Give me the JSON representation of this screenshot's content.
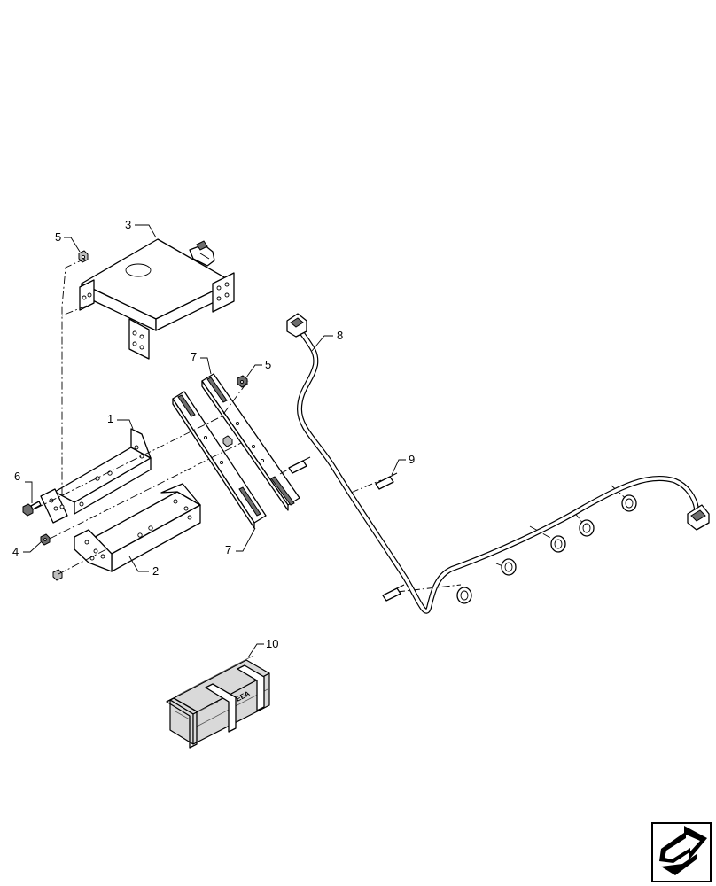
{
  "callouts": {
    "c1": "1",
    "c2": "2",
    "c3": "3",
    "c4": "4",
    "c5a": "5",
    "c5b": "5",
    "c6": "6",
    "c7a": "7",
    "c7b": "7",
    "c8": "8",
    "c9": "9",
    "c10": "10"
  },
  "crate_marking": "EEA",
  "nav_icon": "next-page-arrow-icon"
}
